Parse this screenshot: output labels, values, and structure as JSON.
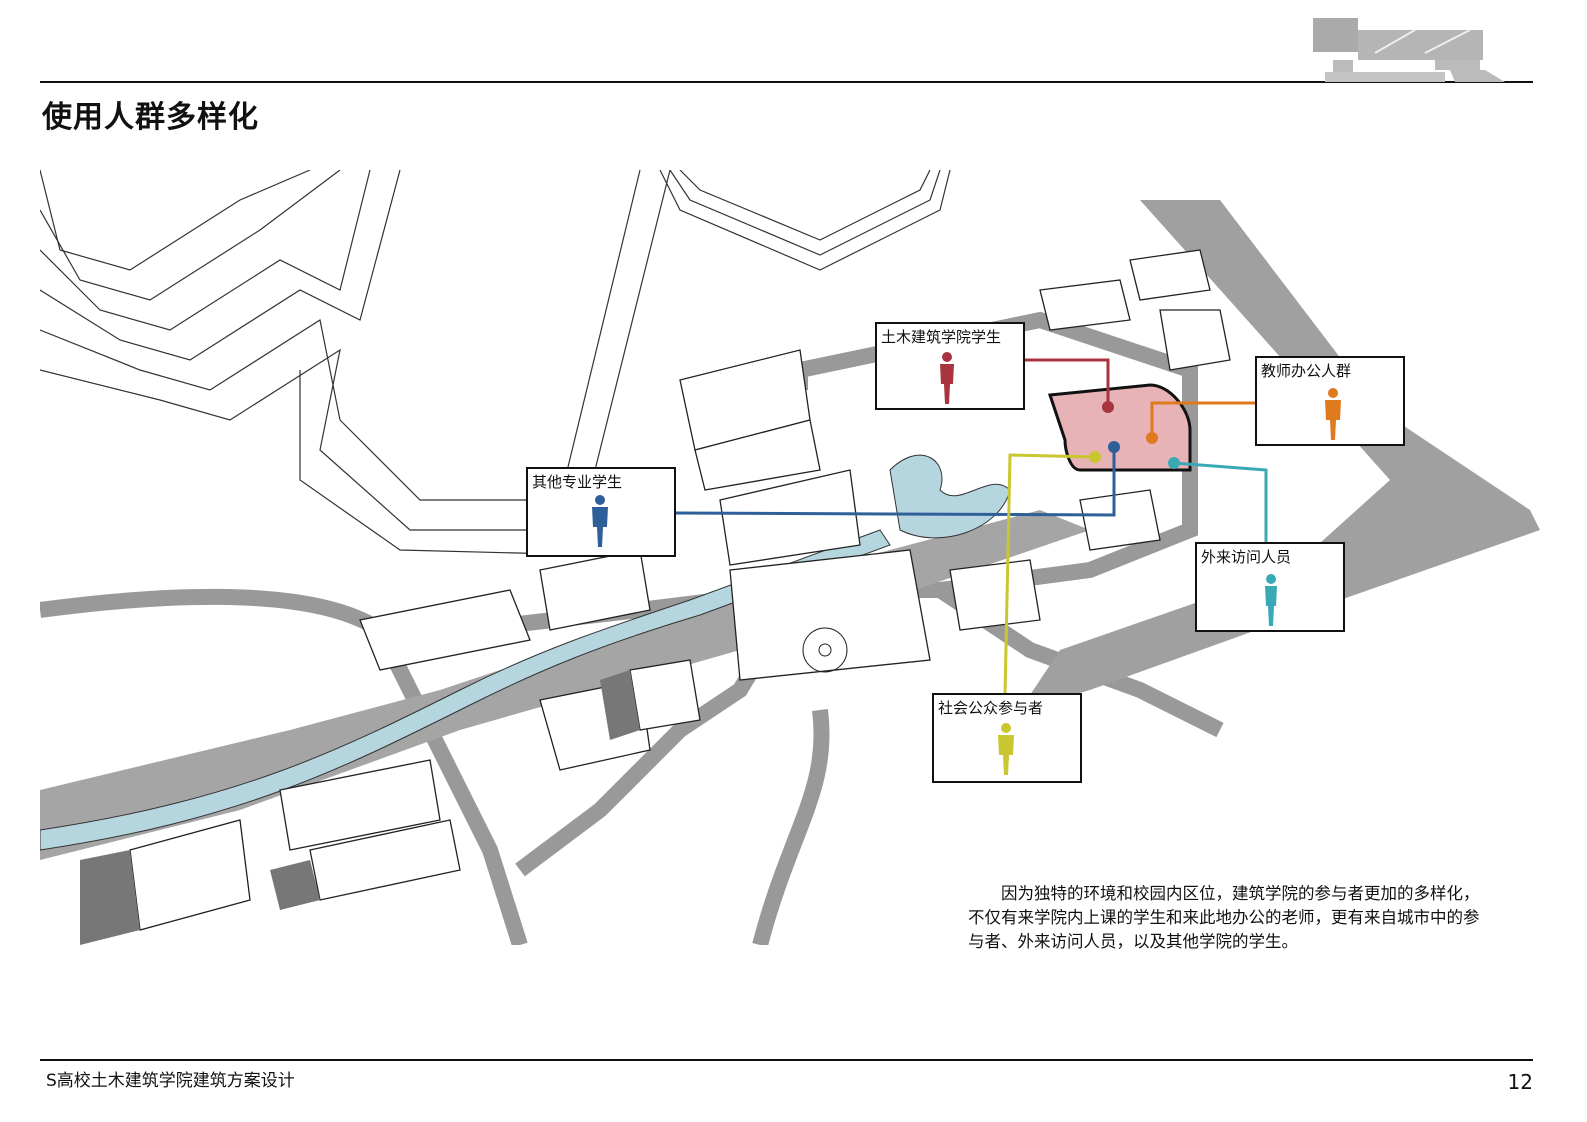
{
  "page": {
    "title": "使用人群多样化",
    "footer_title": "S高校土木建筑学院建筑方案设计",
    "page_number": "12"
  },
  "callouts": [
    {
      "id": "civil-students",
      "label": "土木建筑学院学生",
      "color": "#a8343f"
    },
    {
      "id": "faculty",
      "label": "教师办公人群",
      "color": "#e07a1f"
    },
    {
      "id": "other-students",
      "label": "其他专业学生",
      "color": "#2f5f98"
    },
    {
      "id": "visitors",
      "label": "外来访问人员",
      "color": "#3aa9b6"
    },
    {
      "id": "public",
      "label": "社会公众参与者",
      "color": "#c9c630"
    }
  ],
  "colors": {
    "site_highlight": "#e8b3b6",
    "road": "#9a9a9a",
    "water": "#b6d6df"
  },
  "description": "因为独特的环境和校园内区位，建筑学院的参与者更加的多样化，不仅有来学院内上课的学生和来此地办公的老师，更有来自城市中的参与者、外来访问人员，以及其他学院的学生。"
}
